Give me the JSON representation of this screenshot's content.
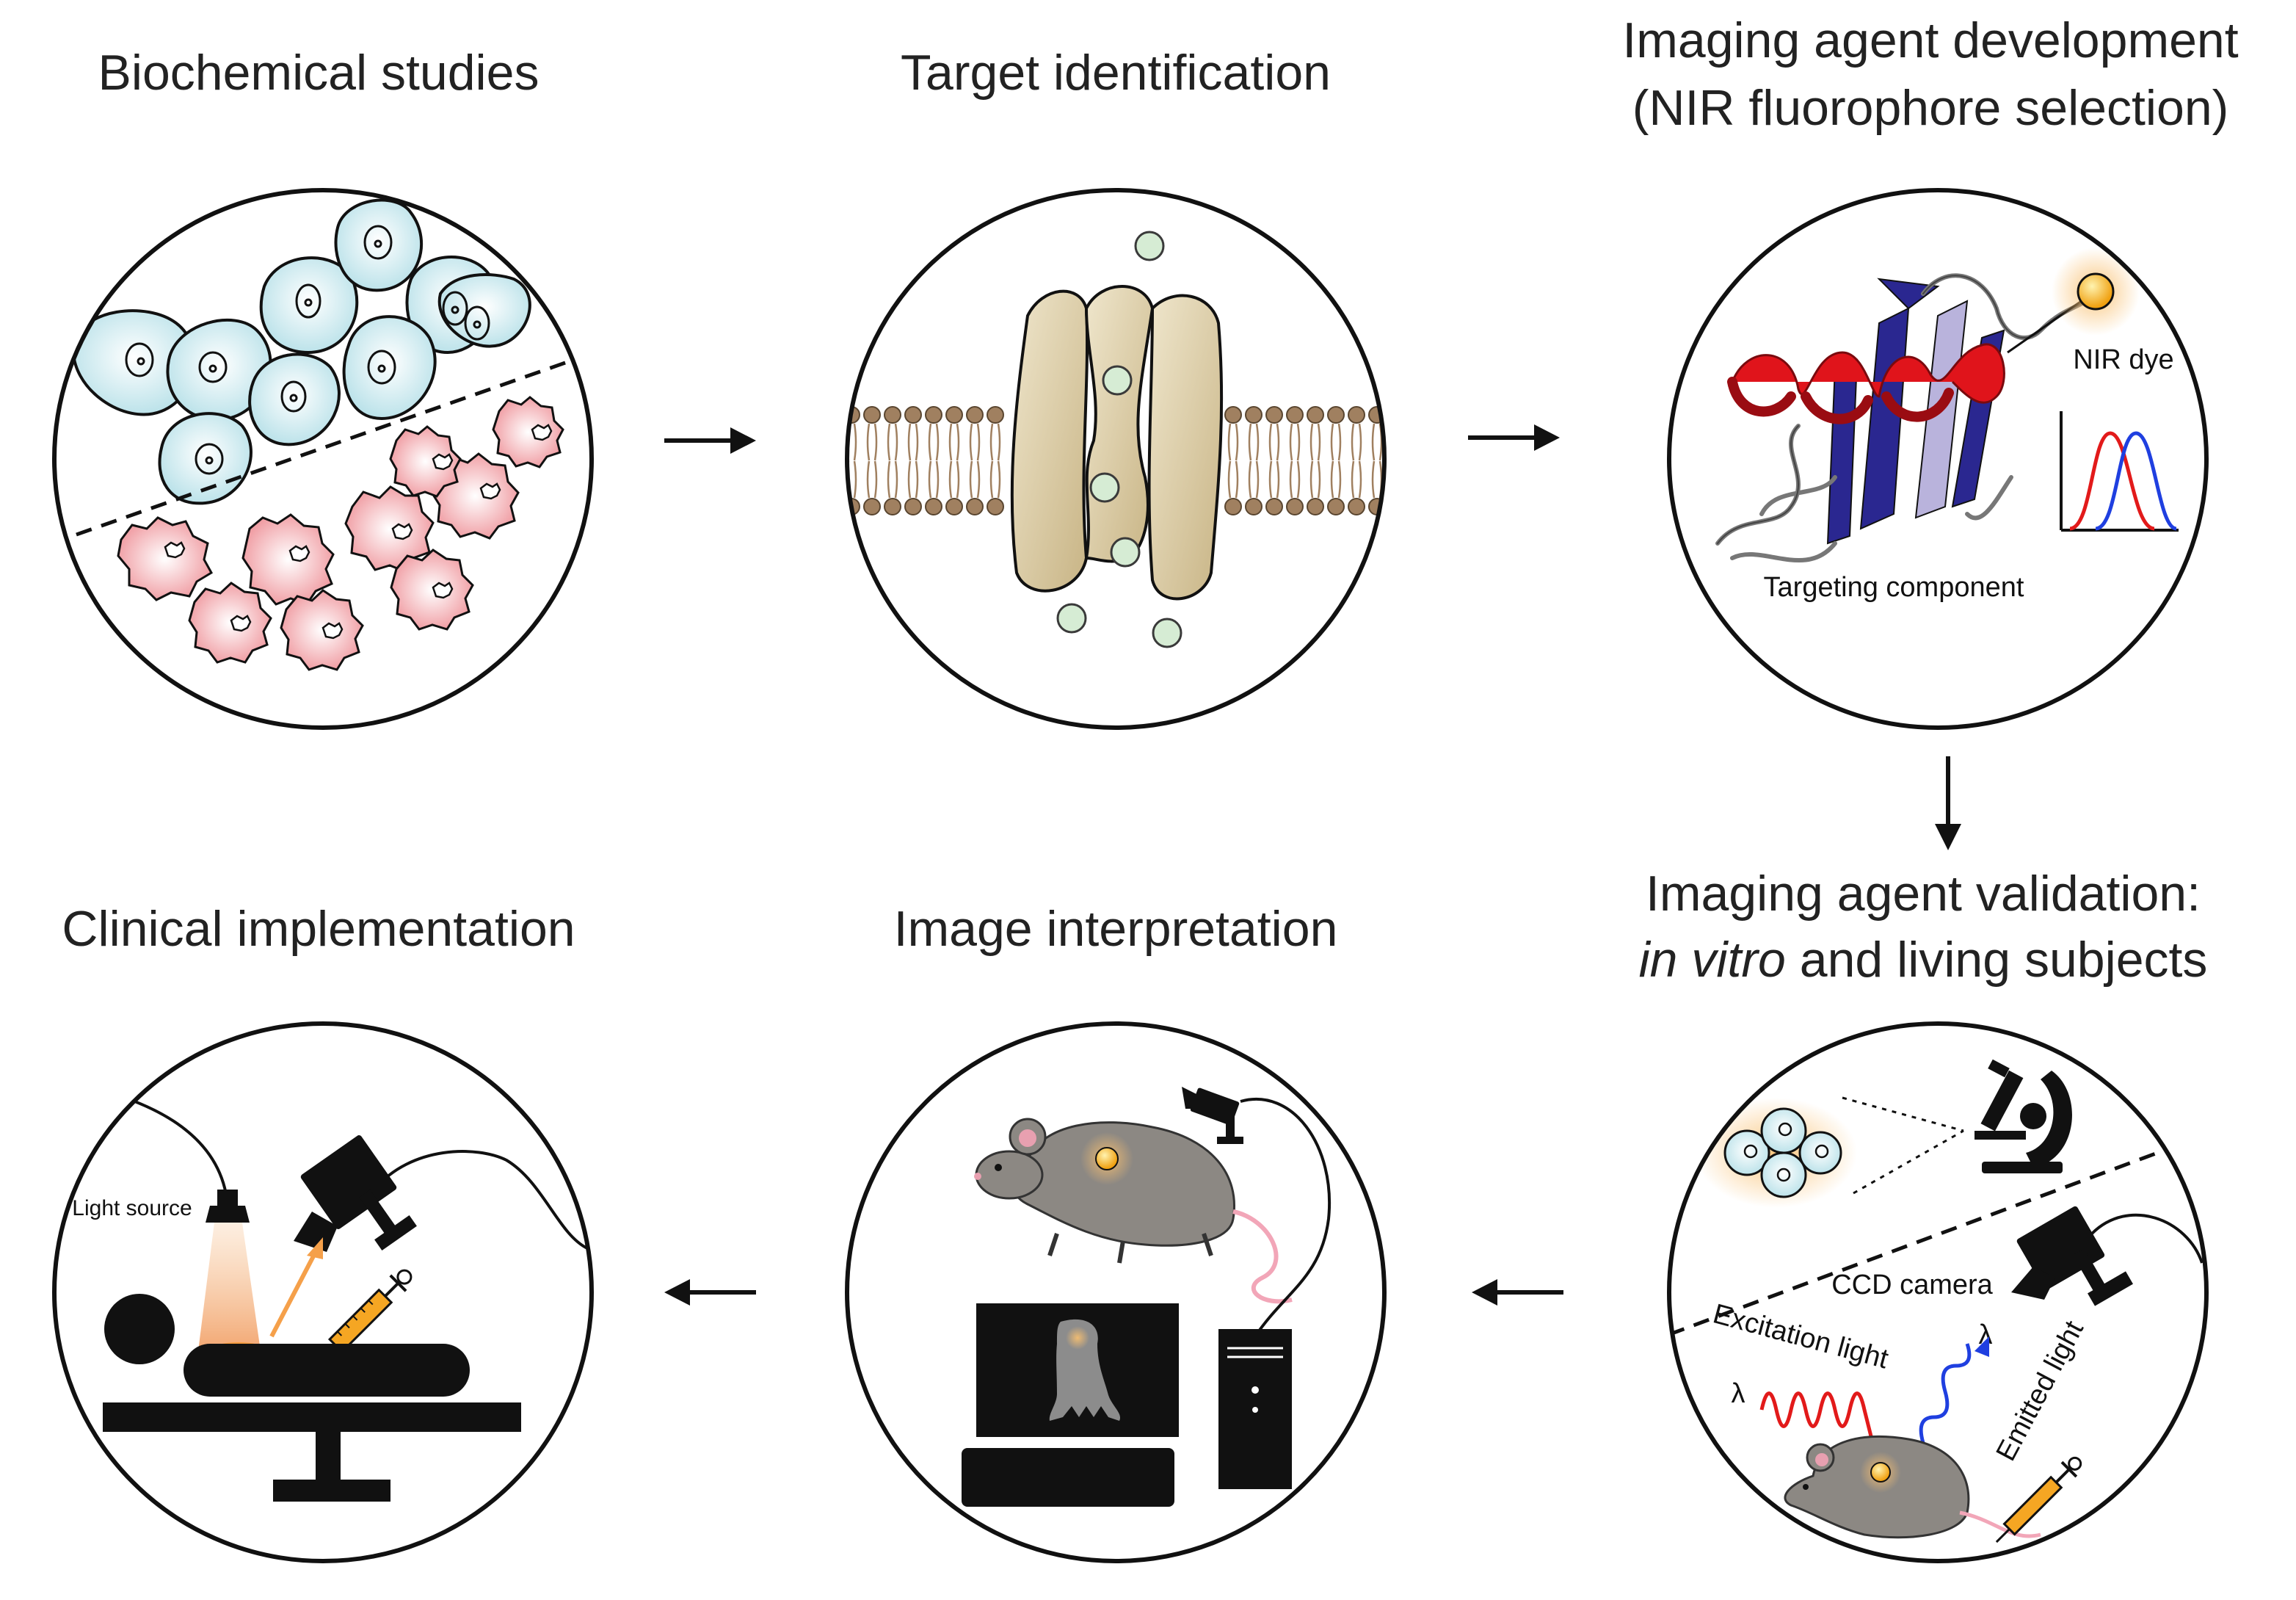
{
  "titles": {
    "biochemical": "Biochemical studies",
    "target": "Target identification",
    "imaging_dev_1": "Imaging agent development",
    "imaging_dev_2": "(NIR fluorophore selection)",
    "validation_1": "Imaging agent validation:",
    "validation_2_italic": "in vitro",
    "validation_2_rest": " and living subjects",
    "interpretation": "Image interpretation",
    "clinical": "Clinical implementation"
  },
  "labels": {
    "nir_dye": "NIR dye",
    "targeting_component": "Targeting component",
    "ccd_camera": "CCD camera",
    "excitation_light": "Excitation light",
    "emitted_light": "Emitted light",
    "lambda": "λ",
    "light_source": "Light source"
  },
  "colors": {
    "healthy_cell": "#cbe9ee",
    "cancer_cell": "#f2a6ab",
    "channel_protein": "#d8c9a0",
    "lipid_head": "#a08060",
    "ligand": "#d6ecd4",
    "helix": "#e0141b",
    "sheet": "#2a2790",
    "dye": "#f5a623",
    "excitation": "#e21a1a",
    "emission": "#1f3fe0",
    "mouse": "#8c8883",
    "arrow": "#111111"
  },
  "icons": [
    "arrow-right-icon",
    "arrow-down-icon",
    "arrow-left-icon",
    "camera-icon",
    "microscope-icon",
    "syringe-icon",
    "computer-icon"
  ]
}
